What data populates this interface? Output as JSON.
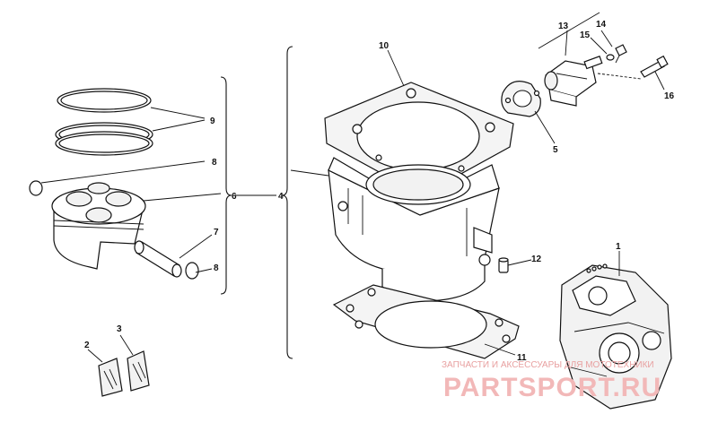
{
  "callouts": {
    "c1": "1",
    "c2": "2",
    "c3": "3",
    "c4": "4",
    "c5": "5",
    "c6": "6",
    "c7": "7",
    "c8a": "8",
    "c8b": "8",
    "c9": "9",
    "c10": "10",
    "c11": "11",
    "c12": "12",
    "c13": "13",
    "c14": "14",
    "c15": "15",
    "c16": "16"
  },
  "watermark": {
    "tagline": "ЗАПЧАСТИ И АКСЕССУАРЫ ДЛЯ МОТОТЕХНИКИ",
    "brand": "PARTSPORT.RU"
  },
  "colors": {
    "line": "#111111",
    "watermark": "#f2b8b8"
  }
}
